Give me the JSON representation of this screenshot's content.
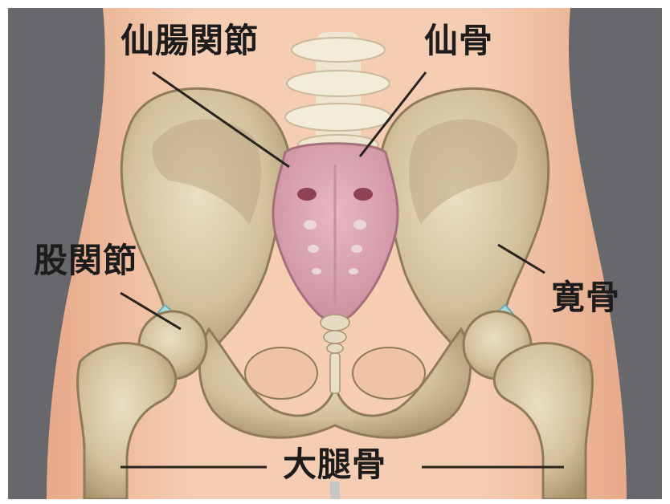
{
  "labels": {
    "sacroiliac_joint": "仙腸関節",
    "sacrum": "仙骨",
    "hip_joint": "股関節",
    "ilium": "寛骨",
    "femur": "大腿骨"
  },
  "colors": {
    "background_side": "#66686b",
    "skin": "#f3c8ac",
    "bone": "#d5c6a3",
    "bone_shadow": "#9c8764",
    "sacrum": "#dba5b2",
    "sacrum_holes": "#8e4253",
    "cartilage": "#a8d8de",
    "spine": "#eee6d0",
    "leader_line": "#2a2420",
    "text": "#1c1c1c"
  }
}
